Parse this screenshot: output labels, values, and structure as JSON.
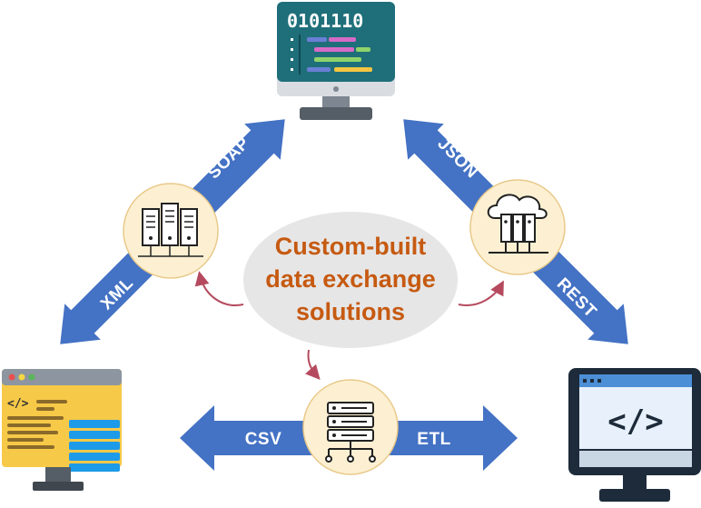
{
  "center": {
    "line1": "Custom-built",
    "line2": "data exchange",
    "line3": "solutions"
  },
  "arrows": {
    "soap": "SOAP",
    "xml": "XML",
    "json": "JSON",
    "rest": "REST",
    "csv": "CSV",
    "etl": "ETL"
  },
  "top_computer": {
    "binary": "0101110"
  },
  "icons": {
    "top": "monitor-code-icon",
    "bottom_left": "browser-code-window-icon",
    "bottom_right": "monitor-code-tag-icon",
    "left_circle": "server-rack-icon",
    "right_circle": "cloud-server-icon",
    "bottom_circle": "server-network-icon"
  },
  "colors": {
    "arrow": "#4472c4",
    "circle_fill": "#fdf0d2",
    "ellipse_fill": "#e6e6e6",
    "center_text": "#c65a11",
    "connector": "#b54a5e"
  }
}
